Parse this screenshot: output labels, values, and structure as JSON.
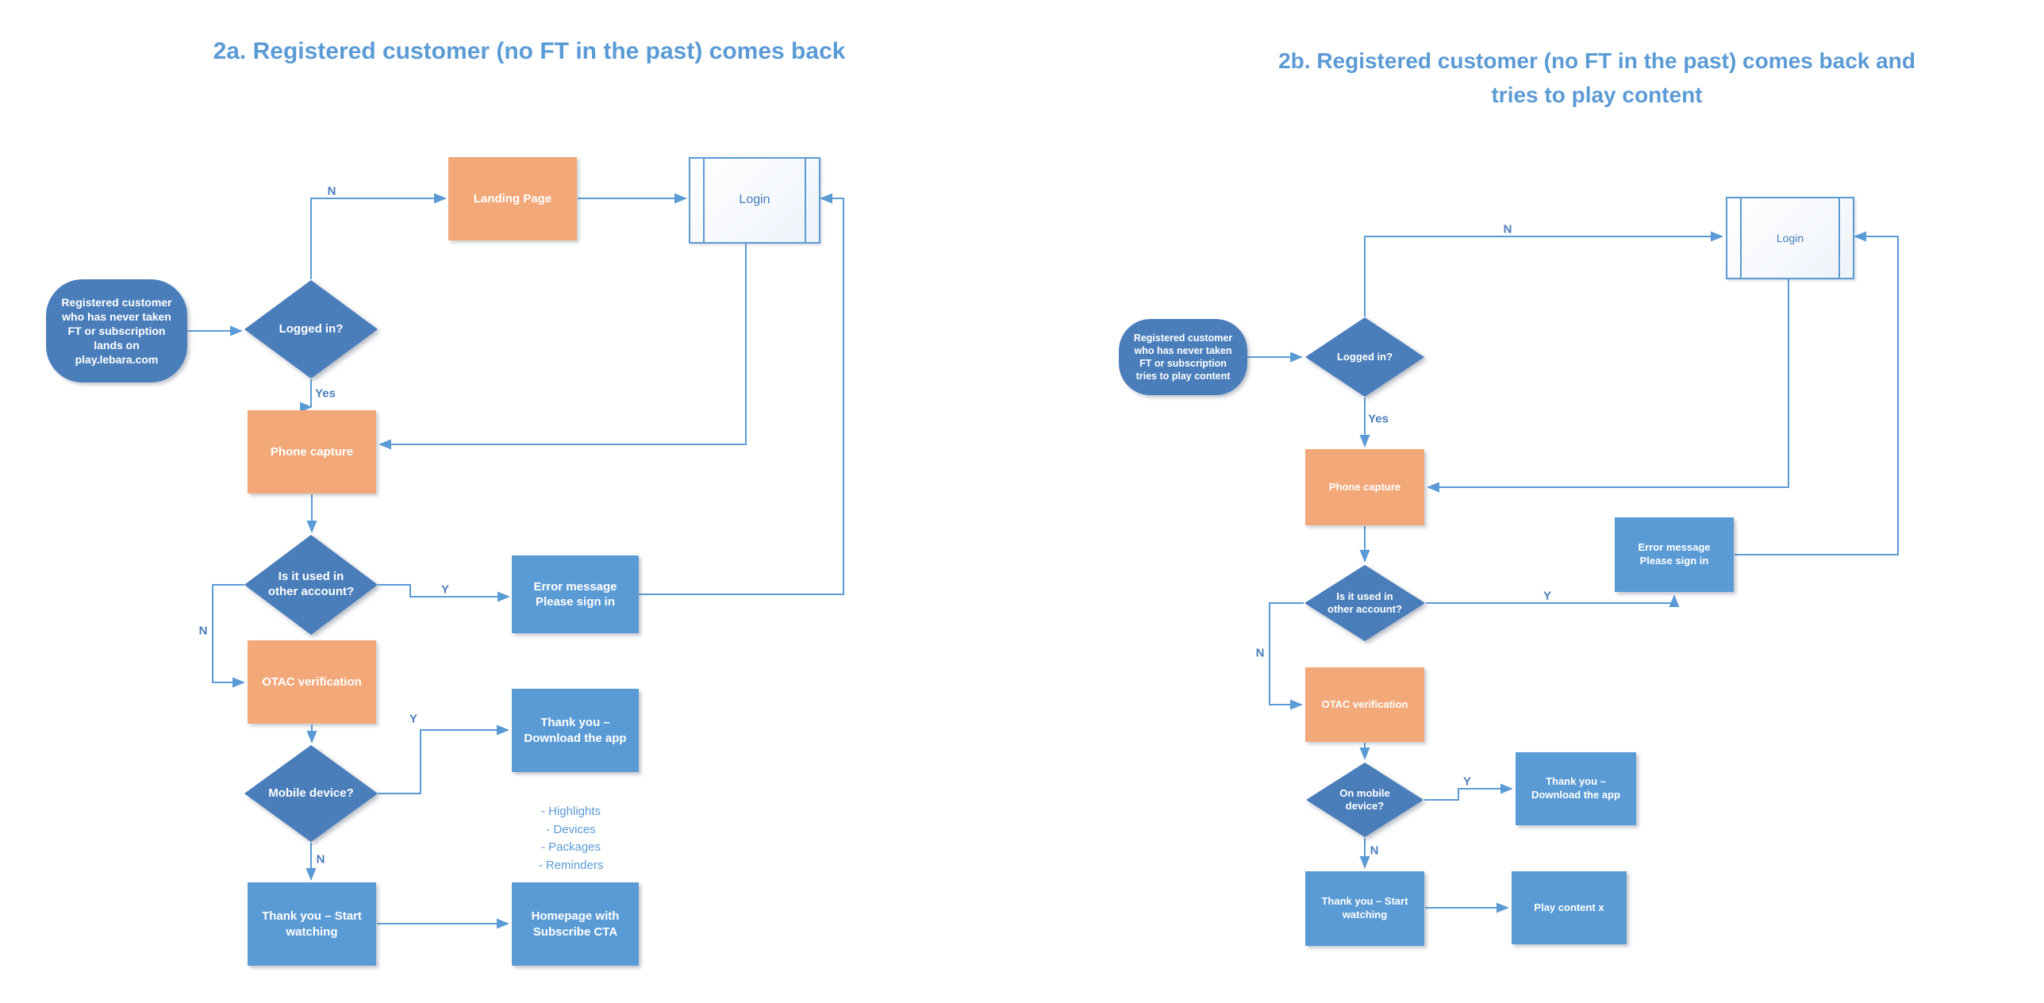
{
  "colors": {
    "title": "#5B9BD5",
    "connector": "#5B9BD5",
    "decision_fill": "#4A7EBB",
    "process_blue_fill": "#5B9BD5",
    "process_orange_fill": "#F3A879",
    "login_border": "#5B9BD5",
    "edge_label": "#4A7EBB",
    "shape_text": "#ffffff"
  },
  "flow_a": {
    "title": "2a. Registered customer (no FT in the past) comes back",
    "nodes": {
      "start": "Registered customer\nwho has never taken\nFT or subscription\nlands on\nplay.lebara.com",
      "logged_in": "Logged in?",
      "landing_page": "Landing Page",
      "login": "Login",
      "phone_capture": "Phone capture",
      "other_account": "Is it used in\nother account?",
      "error_message": "Error message\nPlease sign in",
      "otac": "OTAC verification",
      "mobile_device": "Mobile device?",
      "thank_you_download": "Thank you –\nDownload the app",
      "thank_you_start": "Thank you – Start\nwatching",
      "homepage": "Homepage with\nSubscribe CTA"
    },
    "edge_labels": {
      "n_landing": "N",
      "yes_phone": "Yes",
      "y_error": "Y",
      "n_otac": "N",
      "y_download": "Y",
      "n_start": "N"
    },
    "notes": "- Highlights\n- Devices\n- Packages\n- Reminders"
  },
  "flow_b": {
    "title": "2b. Registered customer (no FT in the past) comes back and\ntries to play content",
    "nodes": {
      "start": "Registered customer\nwho has never taken\nFT or subscription\ntries to play content",
      "logged_in": "Logged in?",
      "login": "Login",
      "phone_capture": "Phone capture",
      "error_message": "Error message\nPlease sign in",
      "other_account": "Is it used in\nother account?",
      "otac": "OTAC verification",
      "on_mobile": "On mobile\ndevice?",
      "thank_you_download": "Thank you –\nDownload the app",
      "thank_you_start": "Thank you – Start\nwatching",
      "play_content": "Play content x"
    },
    "edge_labels": {
      "n_login": "N",
      "yes_phone": "Yes",
      "y_error": "Y",
      "n_otac": "N",
      "y_download": "Y",
      "n_start": "N"
    }
  }
}
